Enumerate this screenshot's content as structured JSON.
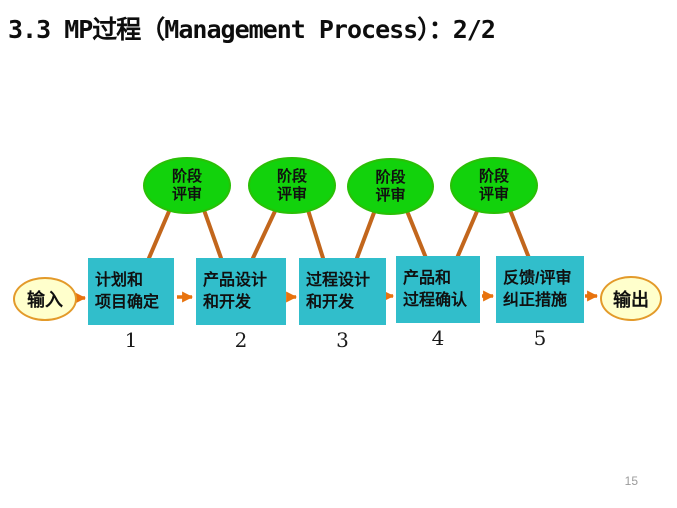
{
  "slide": {
    "title": "3.3 MP过程（Management Process）：2/2",
    "page_number": "15"
  },
  "flow": {
    "input_label": "输入",
    "output_label": "输出",
    "review_labels": [
      "阶段\n评审",
      "阶段\n评审",
      "阶段\n评审",
      "阶段\n评审"
    ],
    "stages": [
      {
        "number": "1",
        "label": "计划和\n项目确定"
      },
      {
        "number": "2",
        "label": "产品设计\n和开发"
      },
      {
        "number": "3",
        "label": "过程设计\n和开发"
      },
      {
        "number": "4",
        "label": "产品和\n过程确认"
      },
      {
        "number": "5",
        "label": "反馈/评审\n纠正措施"
      }
    ]
  },
  "colors": {
    "stage_box": "#31becb",
    "review_ellipse": "#12d20c",
    "terminal_fill": "#ffffcc",
    "terminal_border": "#e39a2a",
    "connector": "#c2661c",
    "arrow": "#e8730e"
  }
}
